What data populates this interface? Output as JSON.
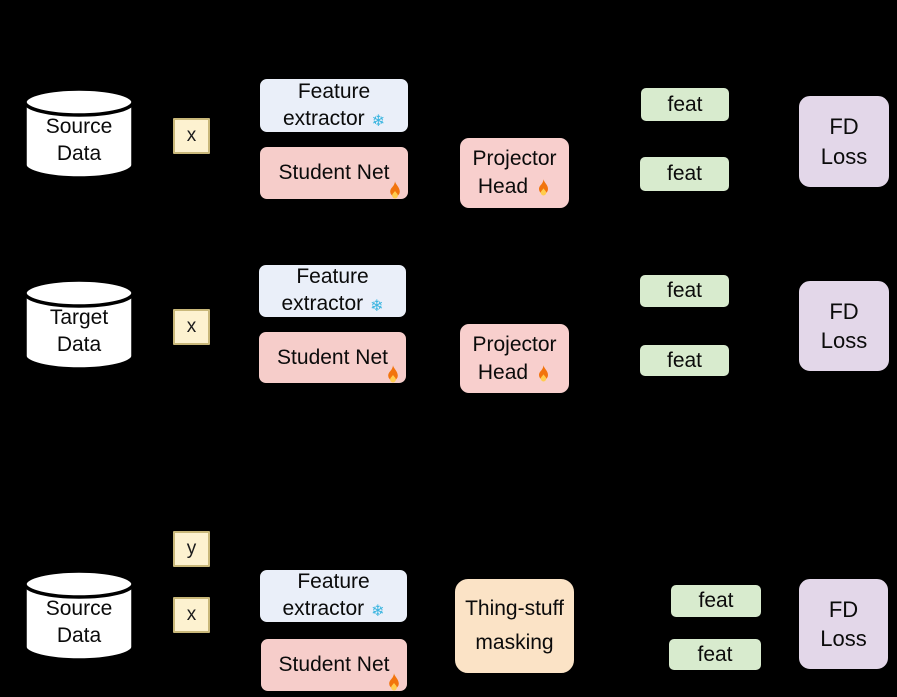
{
  "colors": {
    "background": "#000000",
    "datastore_fill": "#ffffff",
    "datastore_stroke": "#000000",
    "feature_extractor_fill": "#eaeff9",
    "student_net_fill": "#f6cdca",
    "projector_head_fill": "#f8cfcd",
    "thing_stuff_fill": "#fbe3c6",
    "feat_fill": "#d8ebce",
    "loss_fill": "#e3d7e9",
    "input_fill": "#fdf2d0",
    "input_border": "#c9b87a",
    "snowflake_color": "#3bb5e0",
    "fire_outer": "#f2740d",
    "fire_inner": "#ffcc4d",
    "text_color": "#0b0b0b"
  },
  "icons": {
    "snowflake": "❄",
    "fire": "flame",
    "database": "cylinder"
  },
  "rows": [
    {
      "id": "source-top",
      "datastore": {
        "line1": "Source",
        "line2": "Data"
      },
      "inputs": {
        "x": "x"
      },
      "feature_extractor": {
        "line1": "Feature",
        "line2": "extractor"
      },
      "student_net": {
        "label": "Student Net"
      },
      "projector_head": {
        "line1": "Projector",
        "line2": "Head"
      },
      "feat_top": "feat",
      "feat_bottom": "feat",
      "loss": {
        "line1": "FD",
        "line2": "Loss"
      }
    },
    {
      "id": "target",
      "datastore": {
        "line1": "Target",
        "line2": "Data"
      },
      "inputs": {
        "x": "x"
      },
      "feature_extractor": {
        "line1": "Feature",
        "line2": "extractor"
      },
      "student_net": {
        "label": "Student Net"
      },
      "projector_head": {
        "line1": "Projector",
        "line2": "Head"
      },
      "feat_top": "feat",
      "feat_bottom": "feat",
      "loss": {
        "line1": "FD",
        "line2": "Loss"
      }
    },
    {
      "id": "source-bottom",
      "datastore": {
        "line1": "Source",
        "line2": "Data"
      },
      "inputs": {
        "y": "y",
        "x": "x"
      },
      "feature_extractor": {
        "line1": "Feature",
        "line2": "extractor"
      },
      "student_net": {
        "label": "Student Net"
      },
      "masking": {
        "line1": "Thing-stuff",
        "line2": "masking"
      },
      "feat_top": "feat",
      "feat_bottom": "feat",
      "loss": {
        "line1": "FD",
        "line2": "Loss"
      }
    }
  ]
}
